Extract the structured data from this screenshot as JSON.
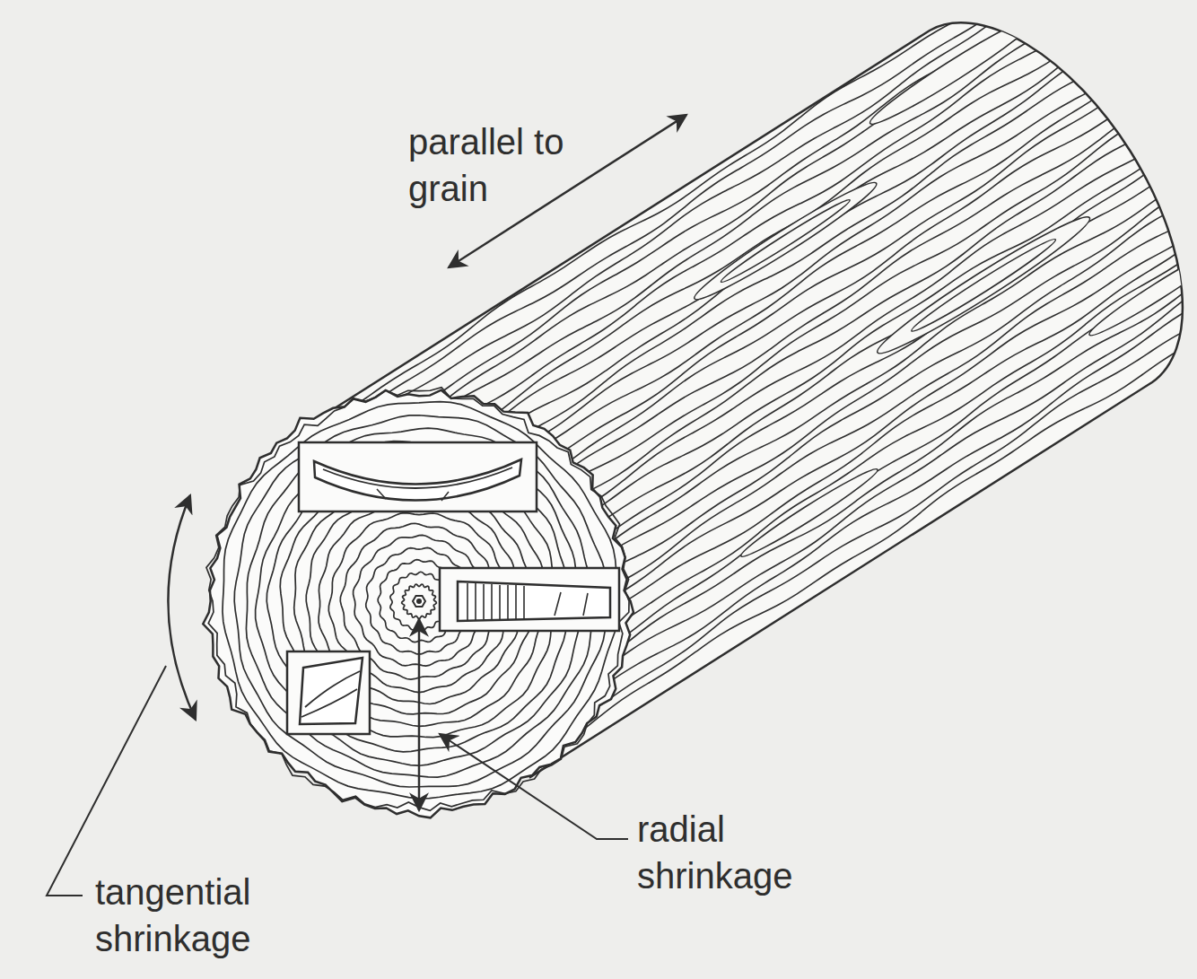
{
  "diagram": {
    "labels": [
      "parallel to grain",
      "tangential shrinkage",
      "radial shrinkage"
    ]
  }
}
